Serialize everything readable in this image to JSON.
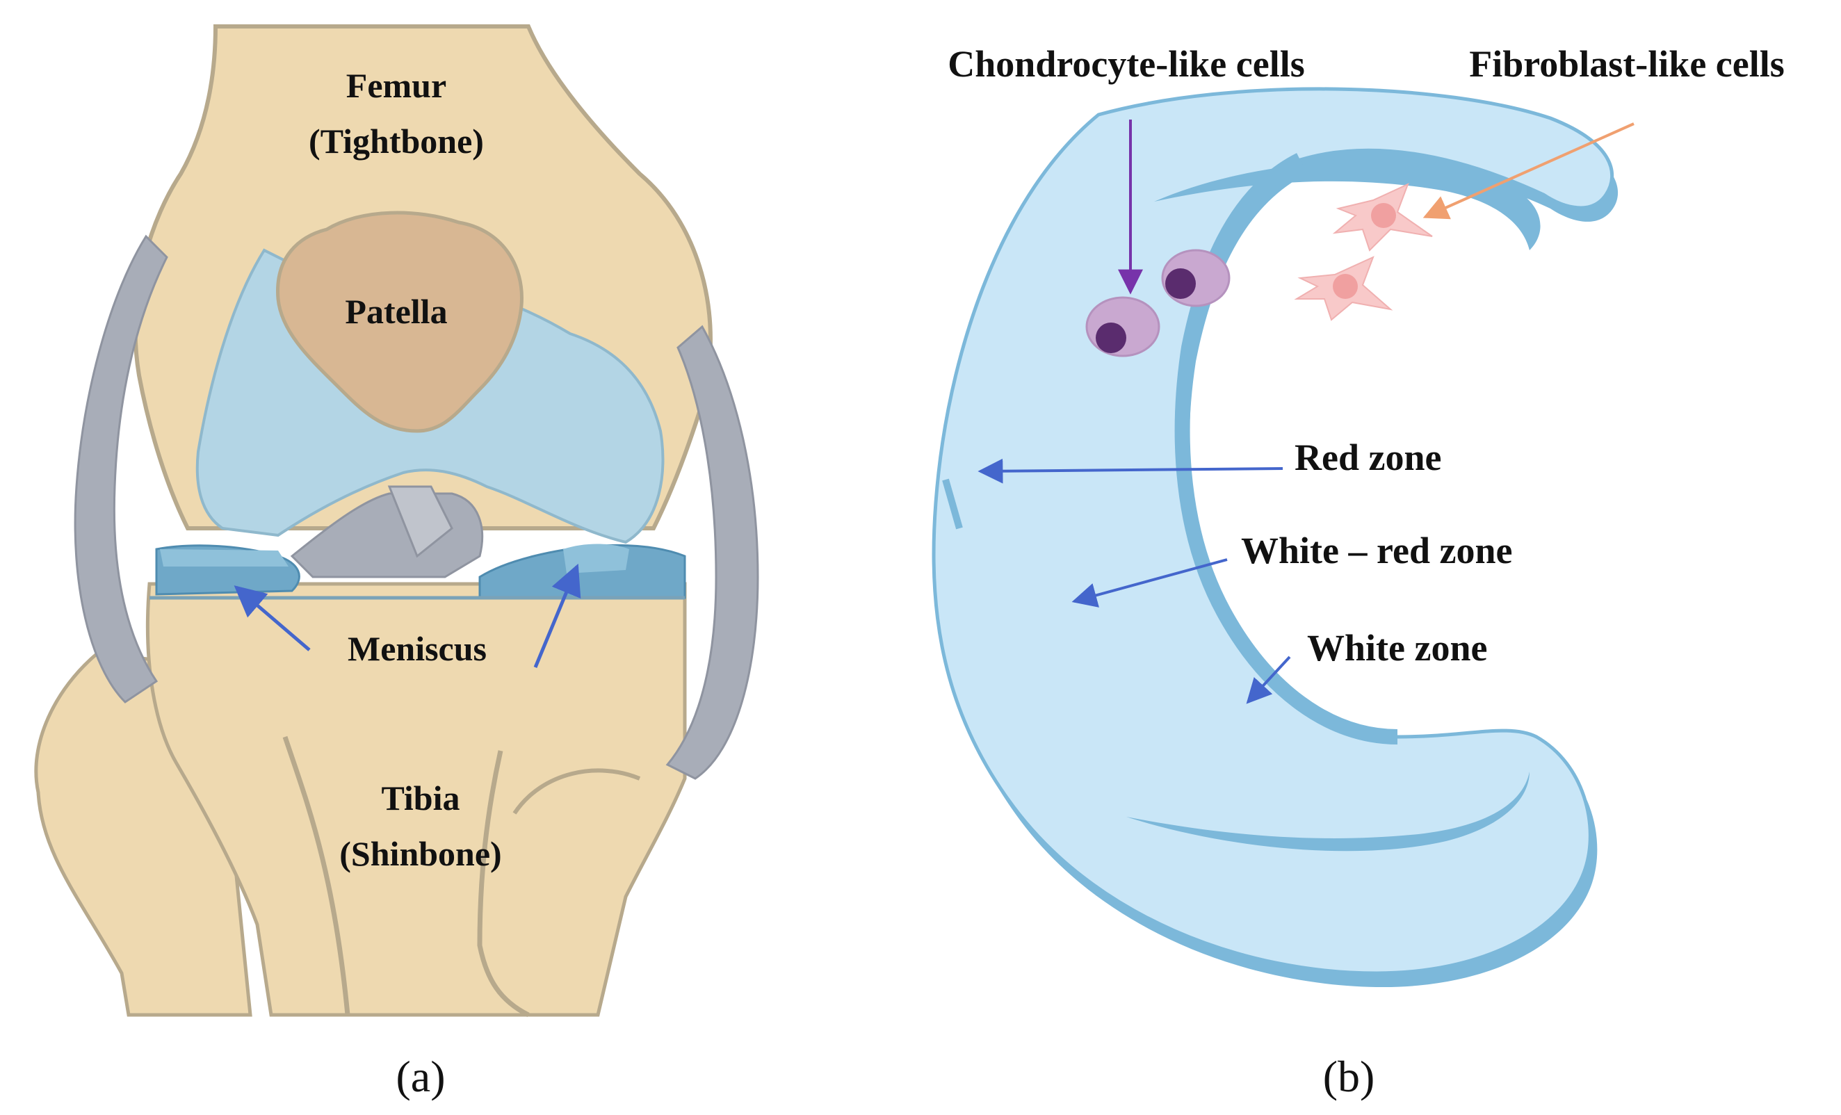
{
  "panel_a": {
    "femur_line1": "Femur",
    "femur_line2": "(Tightbone)",
    "patella": "Patella",
    "meniscus": "Meniscus",
    "tibia_line1": "Tibia",
    "tibia_line2": "(Shinbone)",
    "caption": "(a)"
  },
  "panel_b": {
    "chondrocyte": "Chondrocyte-like cells",
    "fibroblast": "Fibroblast-like cells",
    "red_zone": "Red zone",
    "white_red_zone": "White – red zone",
    "white_zone": "White zone",
    "caption": "(b)"
  },
  "colors": {
    "bone": "#EED9B0",
    "bone_outline": "#B7A98C",
    "patella": "#D8B793",
    "cartilage": "#B3D5E5",
    "ligament": "#A8ADB8",
    "meniscus_dark": "#6FA8C8",
    "meniscus_light": "#C9E6F7",
    "meniscus_edge": "#7CB8DA",
    "chondrocyte": "#C9A8D0",
    "chondrocyte_nucleus": "#5A2C6E",
    "fibroblast": "#F8C9C9",
    "arrow_blue": "#4466CC",
    "arrow_purple": "#7733AA",
    "arrow_orange": "#F0A070"
  }
}
